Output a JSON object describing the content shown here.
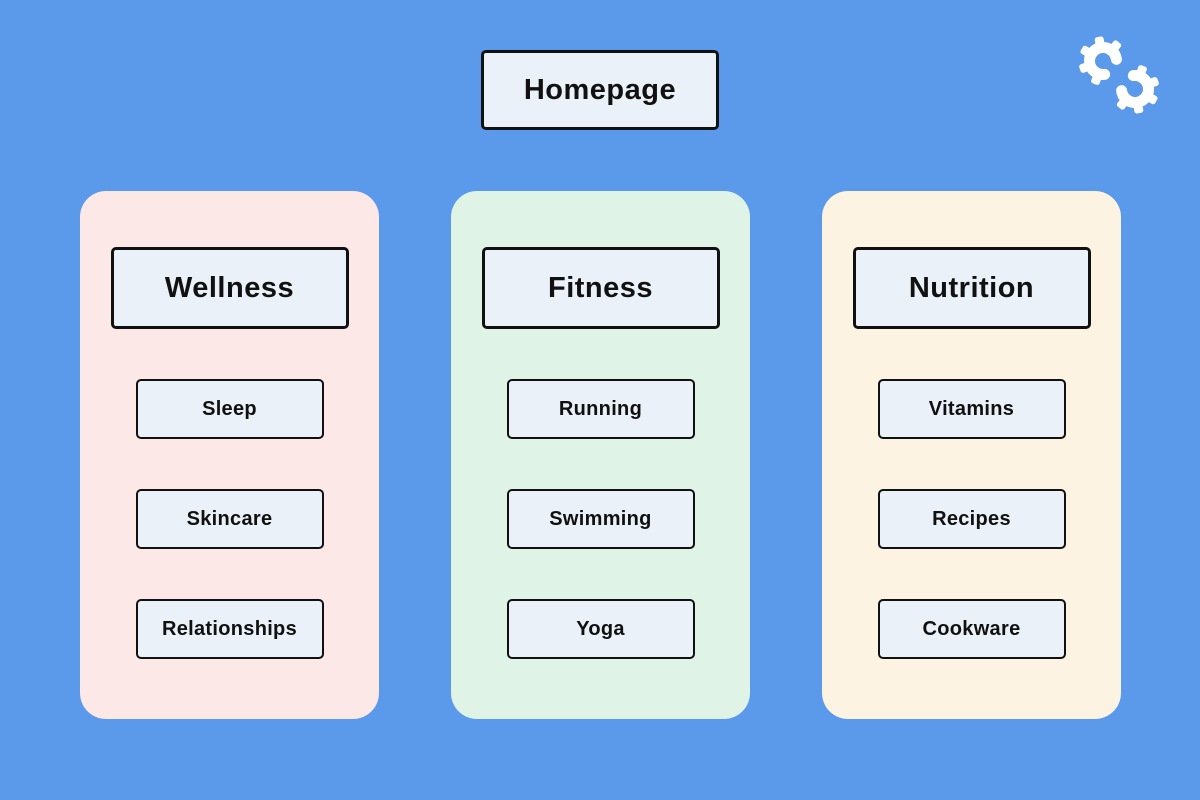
{
  "diagram": {
    "root": {
      "label": "Homepage"
    },
    "columns": [
      {
        "title": "Wellness",
        "panel_color": "#FDE8E8",
        "items": [
          "Sleep",
          "Skincare",
          "Relationships"
        ]
      },
      {
        "title": "Fitness",
        "panel_color": "#DFF4E7",
        "items": [
          "Running",
          "Swimming",
          "Yoga"
        ]
      },
      {
        "title": "Nutrition",
        "panel_color": "#FCF3E3",
        "items": [
          "Vitamins",
          "Recipes",
          "Cookware"
        ]
      }
    ]
  },
  "logo": {
    "icon": "interlocking-gears"
  },
  "colors": {
    "background": "#5B99EA",
    "node_fill": "#EAF1F8",
    "node_border": "#111111",
    "text": "#111111"
  }
}
